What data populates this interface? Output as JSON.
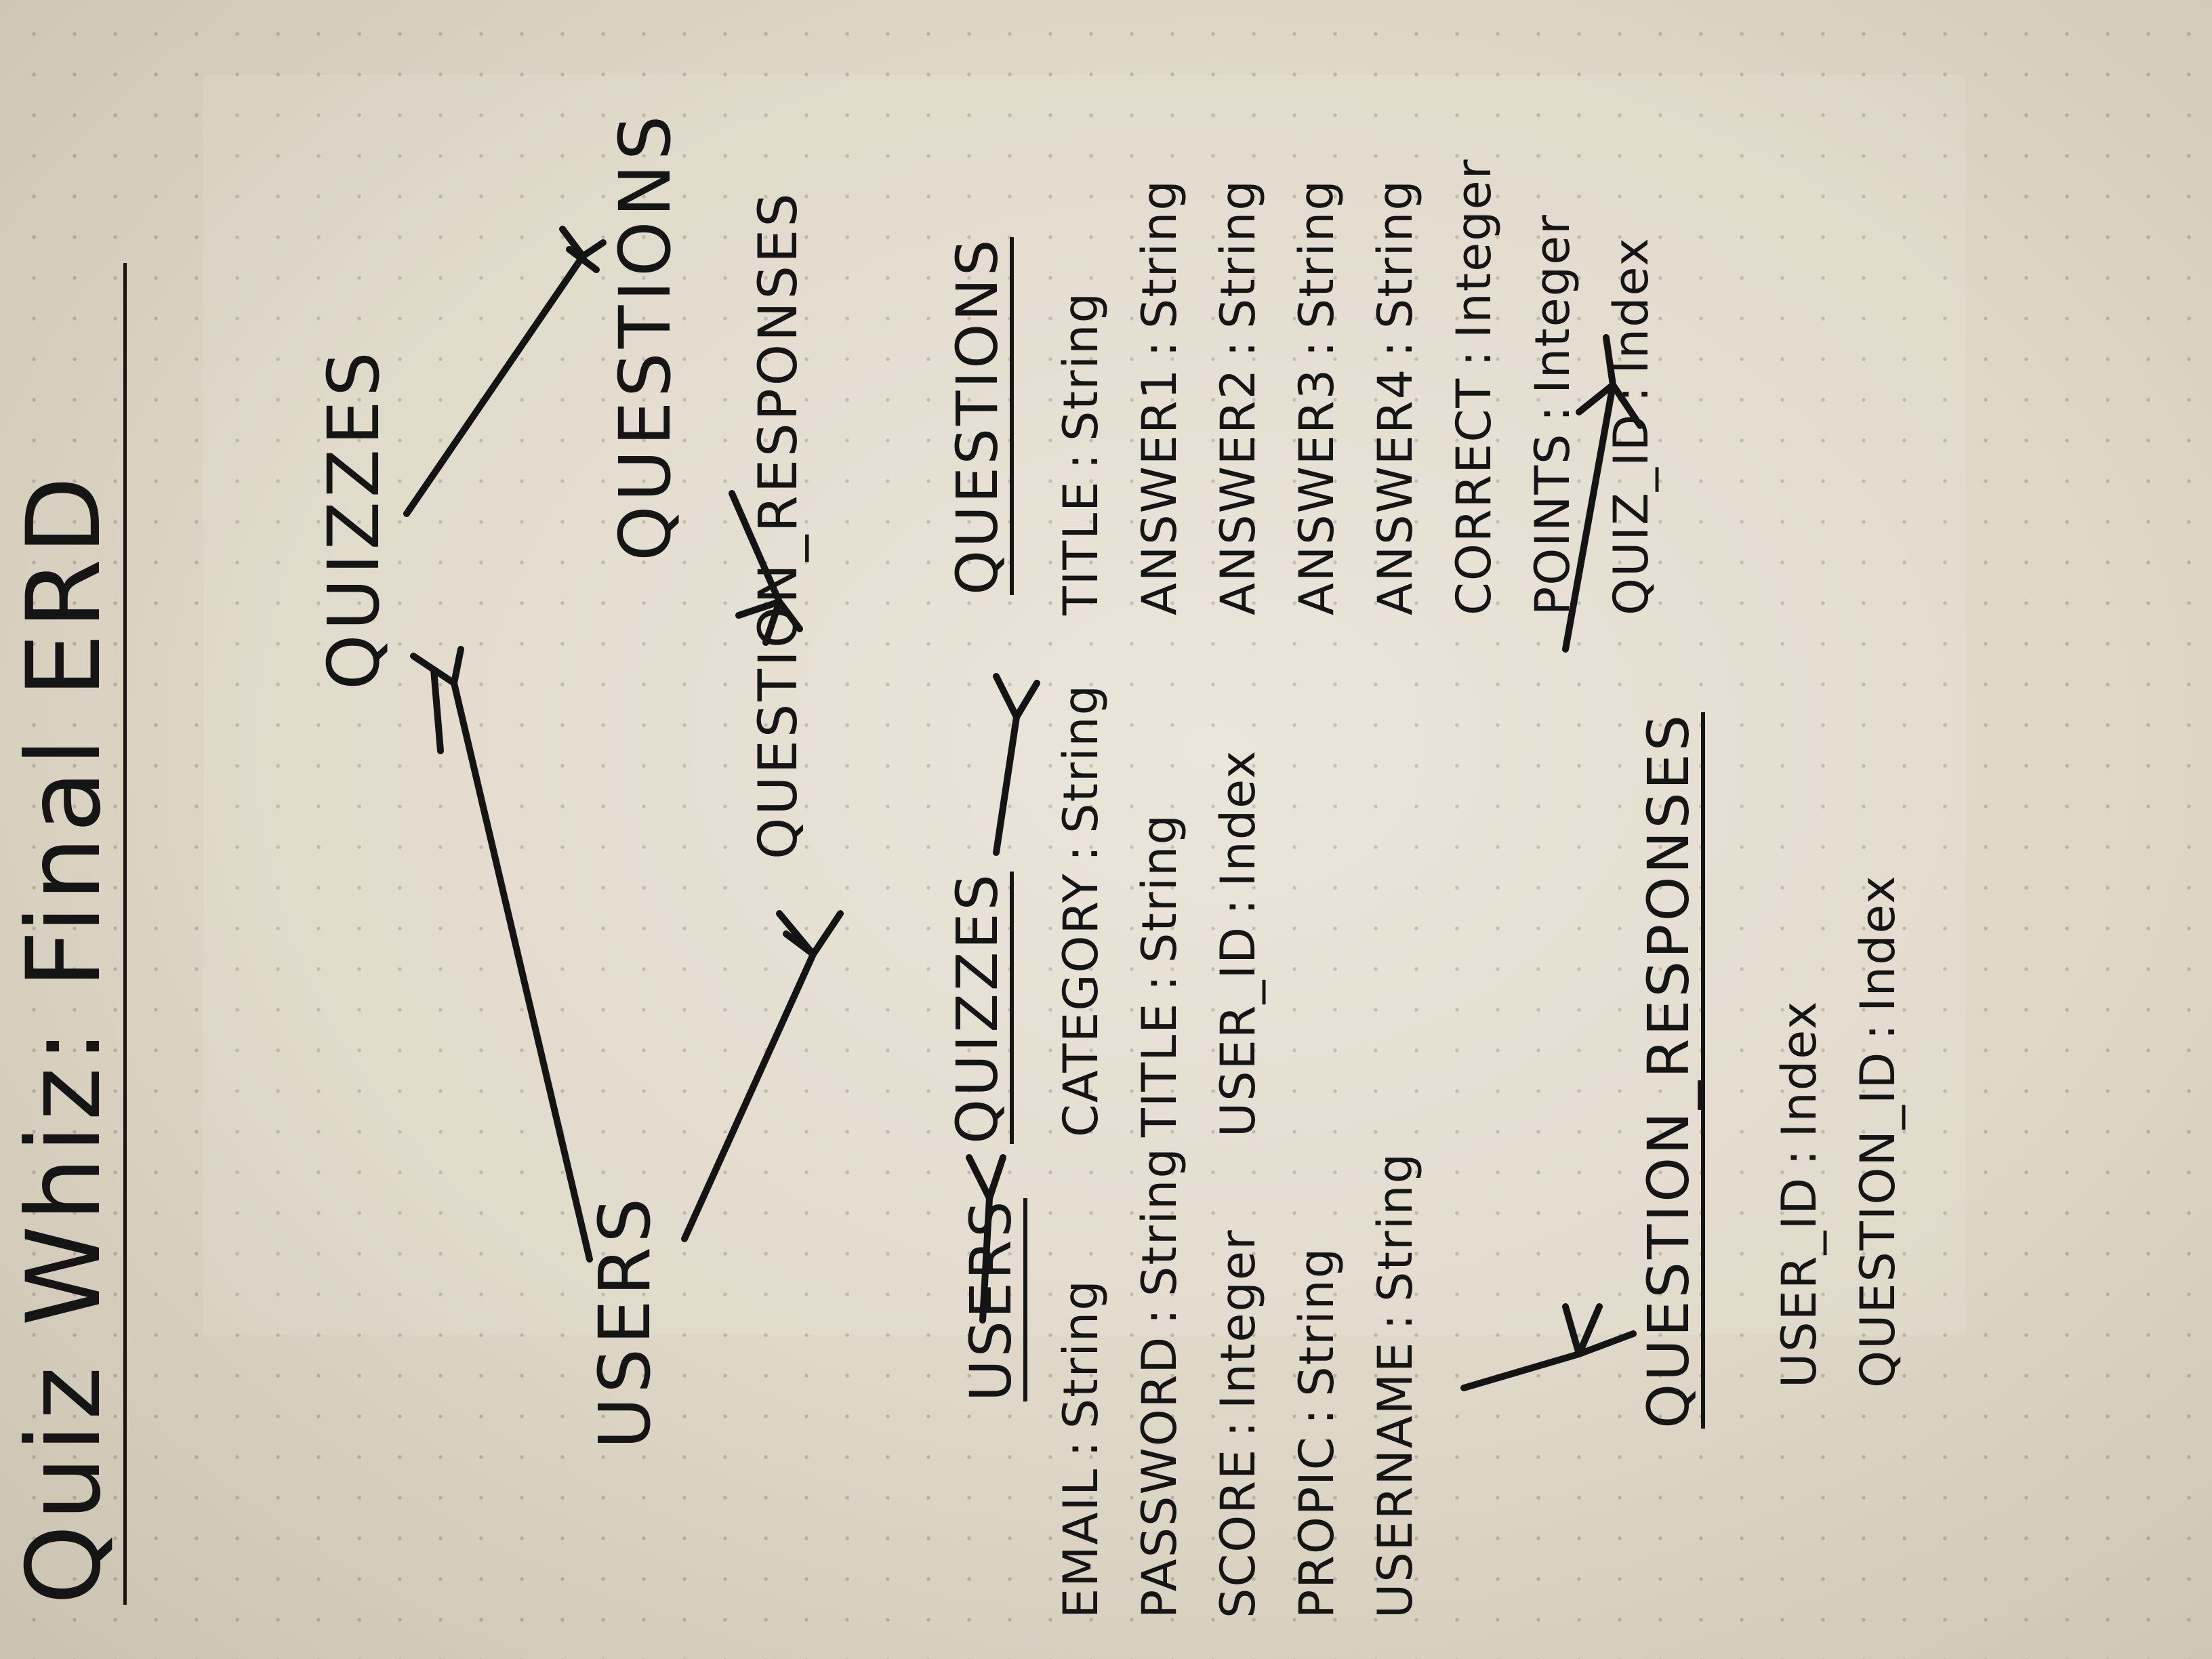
{
  "title": "Quiz Whiz: Final ERD",
  "overview": {
    "users": "USERS",
    "quizzes": "QUIZZES",
    "questions": "QUESTIONS",
    "question_responses": "QUESTION_RESPONSES"
  },
  "entities": {
    "users": {
      "name": "USERS",
      "fields": [
        {
          "name": "EMAIL",
          "type": "String"
        },
        {
          "name": "PASSWORD",
          "type": "String"
        },
        {
          "name": "SCORE",
          "type": "Integer"
        },
        {
          "name": "PROPIC",
          "type": "String"
        },
        {
          "name": "USERNAME",
          "type": "String"
        }
      ]
    },
    "quizzes": {
      "name": "QUIZZES",
      "fields": [
        {
          "name": "CATEGORY",
          "type": "String"
        },
        {
          "name": "TITLE",
          "type": "String"
        },
        {
          "name": "USER_ID",
          "type": "Index"
        }
      ]
    },
    "questions": {
      "name": "QUESTIONS",
      "fields": [
        {
          "name": "TITLE",
          "type": "String"
        },
        {
          "name": "ANSWER1",
          "type": "String"
        },
        {
          "name": "ANSWER2",
          "type": "String"
        },
        {
          "name": "ANSWER3",
          "type": "String"
        },
        {
          "name": "ANSWER4",
          "type": "String"
        },
        {
          "name": "CORRECT",
          "type": "Integer"
        },
        {
          "name": "POINTS",
          "type": "Integer"
        },
        {
          "name": "QUIZ_ID",
          "type": "Index"
        }
      ]
    },
    "question_responses": {
      "name": "QUESTION_RESPONSES",
      "fields": [
        {
          "name": "USER_ID",
          "type": "Index"
        },
        {
          "name": "QUESTION_ID",
          "type": "Index"
        }
      ]
    }
  },
  "relationships": [
    {
      "from": "USERS",
      "to": "QUIZZES",
      "notation": "one-to-many"
    },
    {
      "from": "USERS",
      "to": "QUESTION_RESPONSES",
      "notation": "one-to-many"
    },
    {
      "from": "QUIZZES",
      "to": "QUESTIONS",
      "notation": "one-to-many"
    },
    {
      "from": "QUESTIONS",
      "to": "QUESTION_RESPONSES",
      "notation": "one-to-many"
    }
  ],
  "colors": {
    "ink": "#151515",
    "paper": "#e4ddcf",
    "dots": "#7a7468"
  }
}
